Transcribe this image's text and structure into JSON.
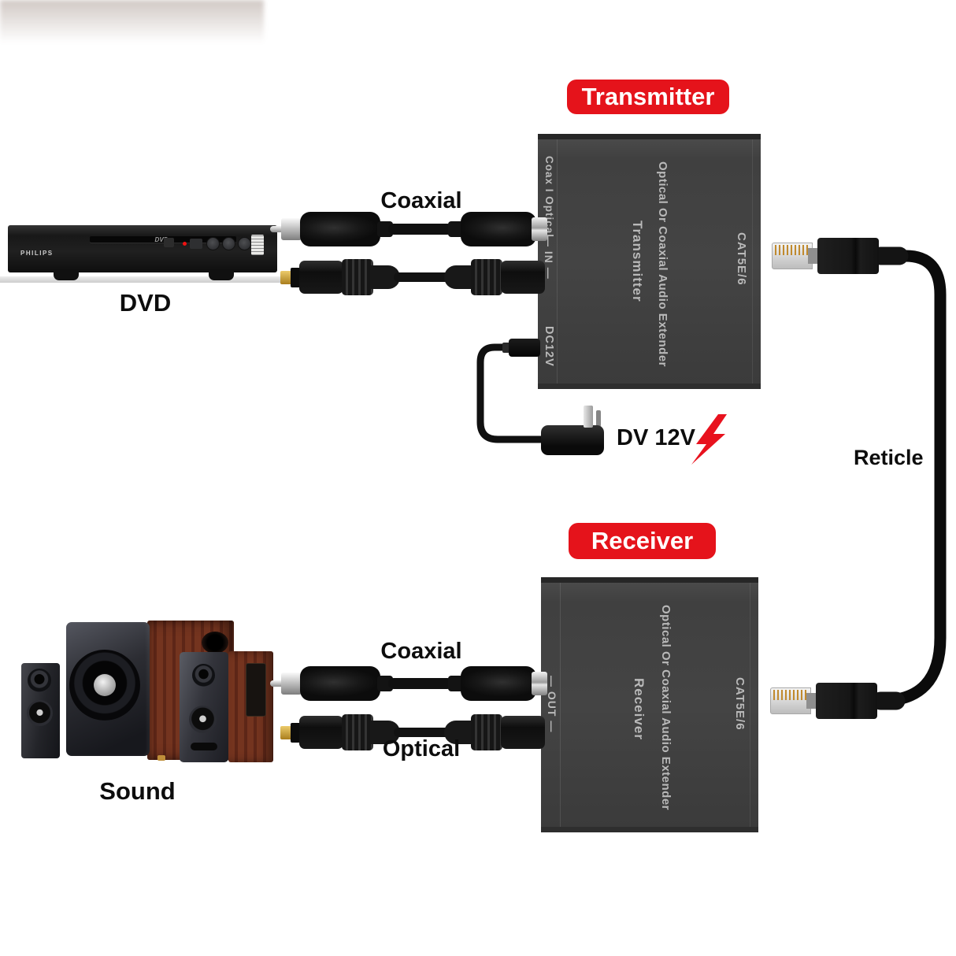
{
  "diagram": {
    "transmitter": {
      "badge": "Transmitter",
      "port_group_label": "Coax I Optical",
      "in_label": "— IN —",
      "dc_label": "DC12V",
      "title": "Optical Or Coaxial Audio Extender",
      "subtitle": "Transmitter",
      "cat_label": "CAT5E/6"
    },
    "receiver": {
      "badge": "Receiver",
      "out_label": "— OUT —",
      "title": "Optical Or Coaxial Audio Extender",
      "subtitle": "Receiver",
      "cat_label": "CAT5E/6"
    },
    "labels": {
      "coaxial_top": "Coaxial",
      "coaxial_bottom": "Coaxial",
      "optical_bottom": "Optical",
      "dvd": "DVD",
      "sound": "Sound",
      "power": "DV 12V",
      "ethernet": "Reticle"
    },
    "dvd_player": {
      "brand": "PHILIPS",
      "disc_logo": "DVD"
    },
    "colors": {
      "badge_red": "#e5131b",
      "device_gray": "#424242",
      "device_edge": "#262626",
      "device_text": "#b9b9b9",
      "bolt_red": "#e8121e",
      "wood": "#6f3122",
      "label_black": "#0d0d0d"
    }
  }
}
